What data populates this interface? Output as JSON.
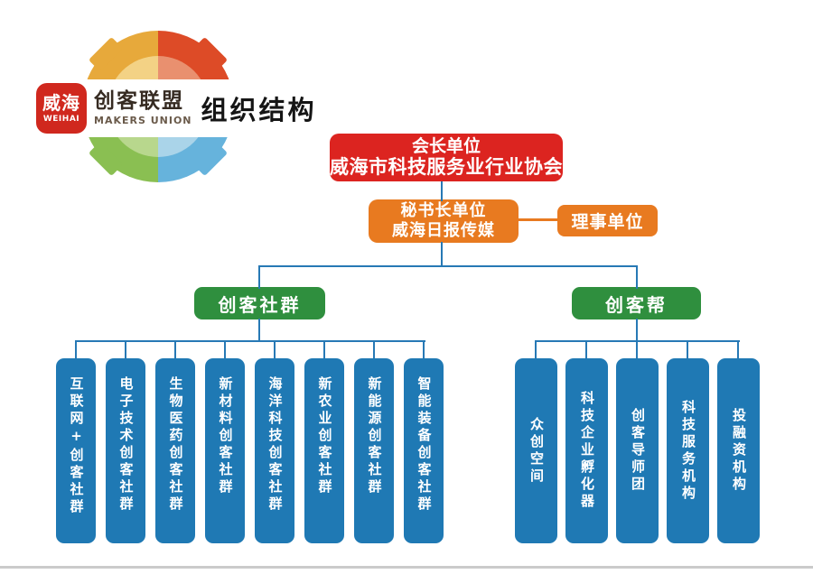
{
  "logo": {
    "badge_cn": "威海",
    "badge_en": "WEIHAI",
    "union_cn": "创客联盟",
    "union_en": "MAKERS UNION",
    "page_title": "组织结构"
  },
  "org": {
    "president": {
      "line1": "会长单位",
      "line2": "威海市科技服务业行业协会"
    },
    "secretary": {
      "line1": "秘书长单位",
      "line2": "威海日报传媒"
    },
    "director": {
      "label": "理事单位"
    },
    "left_group": {
      "label": "创客社群",
      "children": [
        "互联网+创客社群",
        "电子技术创客社群",
        "生物医药创客社群",
        "新材料创客社群",
        "海洋科技创客社群",
        "新农业创客社群",
        "新能源创客社群",
        "智能装备创客社群"
      ]
    },
    "right_group": {
      "label": "创客帮",
      "children": [
        "众创空间",
        "科技企业孵化器",
        "创客导师团",
        "科技服务机构",
        "投融资机构"
      ]
    }
  },
  "colors": {
    "president_red": "#dc2420",
    "secretary_orange": "#e87a20",
    "group_green": "#2f8f3e",
    "member_blue": "#1f79b4",
    "connector_blue": "#2779b5"
  }
}
